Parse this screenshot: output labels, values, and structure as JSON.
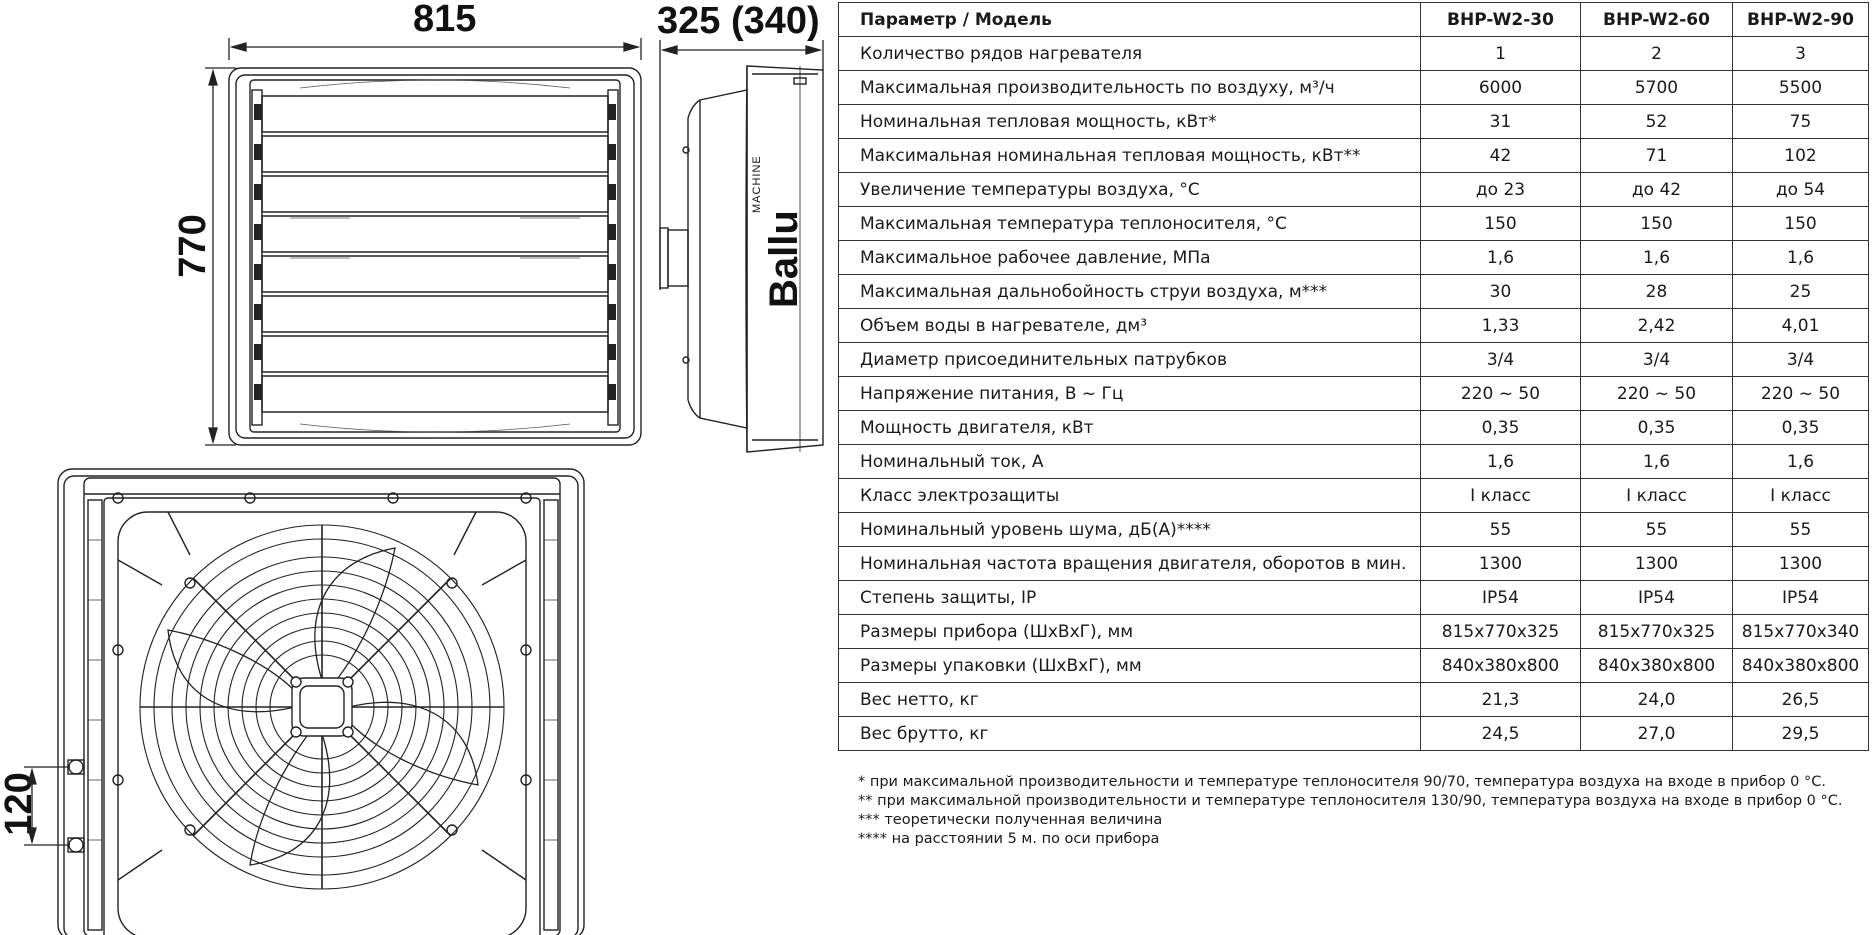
{
  "dimensions": {
    "width": "815",
    "depth": "325 (340)",
    "height": "770",
    "pipe_spacing": "120"
  },
  "brand": {
    "name": "Ballu",
    "sub": "MACHINE"
  },
  "table": {
    "header": [
      "Параметр / Модель",
      "BHP-W2-30",
      "BHP-W2-60",
      "BHP-W2-90"
    ],
    "rows": [
      [
        "Количество рядов нагревателя",
        "1",
        "2",
        "3"
      ],
      [
        "Максимальная производительность по воздуху, м³/ч",
        "6000",
        "5700",
        "5500"
      ],
      [
        "Номинальная тепловая мощность, кВт*",
        "31",
        "52",
        "75"
      ],
      [
        "Максимальная номинальная тепловая мощность, кВт**",
        "42",
        "71",
        "102"
      ],
      [
        "Увеличение температуры воздуха, °С",
        "до 23",
        "до 42",
        "до 54"
      ],
      [
        "Максимальная температура теплоносителя, °С",
        "150",
        "150",
        "150"
      ],
      [
        "Максимальное рабочее давление, МПа",
        "1,6",
        "1,6",
        "1,6"
      ],
      [
        "Максимальная дальнобойность струи воздуха, м***",
        "30",
        "28",
        "25"
      ],
      [
        "Объем воды в нагревателе, дм³",
        "1,33",
        "2,42",
        "4,01"
      ],
      [
        "Диаметр присоединительных патрубков",
        "3/4",
        "3/4",
        "3/4"
      ],
      [
        "Напряжение питания, В ~ Гц",
        "220 ~ 50",
        "220 ~ 50",
        "220 ~ 50"
      ],
      [
        "Мощность двигателя, кВт",
        "0,35",
        "0,35",
        "0,35"
      ],
      [
        "Номинальный ток, А",
        "1,6",
        "1,6",
        "1,6"
      ],
      [
        "Класс электрозащиты",
        "I класс",
        "I класс",
        "I класс"
      ],
      [
        "Номинальный уровень шума, дБ(А)****",
        "55",
        "55",
        "55"
      ],
      [
        "Номинальная частота вращения двигателя, оборотов в мин.",
        "1300",
        "1300",
        "1300"
      ],
      [
        "Степень защиты, IP",
        "IP54",
        "IP54",
        "IP54"
      ],
      [
        "Размеры прибора (ШхВхГ), мм",
        "815х770х325",
        "815х770х325",
        "815х770х340"
      ],
      [
        "Размеры упаковки (ШхВхГ), мм",
        "840х380х800",
        "840х380х800",
        "840х380х800"
      ],
      [
        "Вес нетто, кг",
        "21,3",
        "24,0",
        "26,5"
      ],
      [
        "Вес брутто, кг",
        "24,5",
        "27,0",
        "29,5"
      ]
    ]
  },
  "notes": [
    "* при максимальной производительности и температуре теплоносителя 90/70, температура воздуха на входе в прибор 0 °С.",
    "** при максимальной производительности и температуре теплоносителя 130/90, температура воздуха на входе в прибор 0 °С.",
    "*** теоретически полученная величина",
    "**** на расстоянии 5 м. по оси прибора"
  ]
}
